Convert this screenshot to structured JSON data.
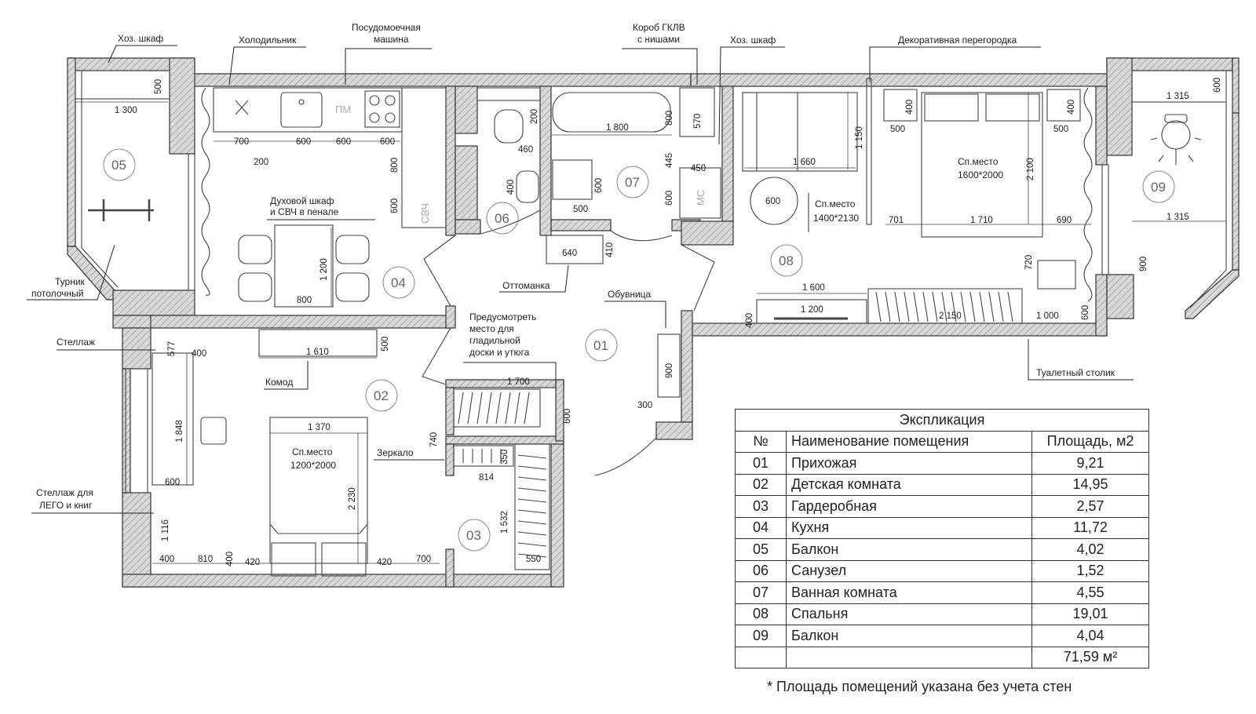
{
  "rooms": [
    "01",
    "02",
    "03",
    "04",
    "05",
    "06",
    "07",
    "08",
    "09"
  ],
  "labels": {
    "khoz1": "Хоз. шкаф",
    "fridge": "Холодильник",
    "dishwasher_1": "Посудомоечная",
    "dishwasher_2": "машина",
    "gklv_1": "Короб ГКЛВ",
    "gklv_2": "с нишами",
    "khoz2": "Хоз. шкаф",
    "partition": "Декоративная перегородка",
    "oven_1": "Духовой шкаф",
    "oven_2": "и СВЧ в пенале",
    "turnik_1": "Турник",
    "turnik_2": "потолочный",
    "ottoman": "Оттоманка",
    "shoe": "Обувница",
    "iron_1": "Предусмотреть",
    "iron_2": "место для",
    "iron_3": "гладильной",
    "iron_4": "доски и утюга",
    "stellazh": "Стеллаж",
    "komod": "Комод",
    "mirror": "Зеркало",
    "lego_1": "Стеллаж для",
    "lego_2": "ЛЕГО и книг",
    "toilet_table": "Туалетный столик",
    "bed1_1": "Сп.место",
    "bed1_2": "1200*2000",
    "bed2_1": "Сп.место",
    "bed2_2": "1400*2130",
    "bed3_1": "Сп.место",
    "bed3_2": "1600*2000",
    "pm": "ПМ",
    "svch": "СВЧ",
    "ms": "МС",
    "table600": "600"
  },
  "dims": {
    "d500a": "500",
    "d1300": "1 300",
    "d700": "700",
    "d200": "200",
    "d600a": "600",
    "d600b": "600",
    "d600c": "600",
    "d800a": "800",
    "d600d": "600",
    "d1200": "1 200",
    "d800b": "800",
    "d200b": "200",
    "d460": "460",
    "d400a": "400",
    "d600e": "600",
    "d500b": "500",
    "d1800": "1 800",
    "d800c": "800",
    "d570": "570",
    "d445": "445",
    "d450": "450",
    "d600f": "600",
    "d640": "640",
    "d410": "410",
    "d1150": "1 150",
    "d1660": "1 660",
    "d400b": "400",
    "d500c": "500",
    "d400c": "400",
    "d500d": "500",
    "d2100": "2 100",
    "d701": "701",
    "d1710": "1 710",
    "d690": "690",
    "d1315a": "1 315",
    "d600g": "600",
    "d1315b": "1 315",
    "d900a": "900",
    "d720": "720",
    "d1600": "1 600",
    "d1200b": "1 200",
    "d2150": "2 150",
    "d1000": "1 000",
    "d600h": "600",
    "d400d": "400",
    "d577": "577",
    "d400e": "400",
    "d1610": "1 610",
    "d500e": "500",
    "d1700": "1 700",
    "d900b": "900",
    "d300": "300",
    "d600i": "600",
    "d1848": "1 848",
    "d600j": "600",
    "d1370": "1 370",
    "d740": "740",
    "d350": "350",
    "d814": "814",
    "d2230": "2 230",
    "d1532": "1 532",
    "d1116": "1 116",
    "d400f": "400",
    "d810": "810",
    "d400g": "400",
    "d420a": "420",
    "d420b": "420",
    "d700b": "700",
    "d550": "550"
  },
  "explication": {
    "title": "Экспликация",
    "headers": [
      "№",
      "Наименование помещения",
      "Площадь, м2"
    ],
    "rows": [
      {
        "no": "01",
        "name": "Прихожая",
        "area": "9,21"
      },
      {
        "no": "02",
        "name": "Детская комната",
        "area": "14,95"
      },
      {
        "no": "03",
        "name": "Гардеробная",
        "area": "2,57"
      },
      {
        "no": "04",
        "name": "Кухня",
        "area": "11,72"
      },
      {
        "no": "05",
        "name": "Балкон",
        "area": "4,02"
      },
      {
        "no": "06",
        "name": "Санузел",
        "area": "1,52"
      },
      {
        "no": "07",
        "name": "Ванная комната",
        "area": "4,55"
      },
      {
        "no": "08",
        "name": "Спальня",
        "area": "19,01"
      },
      {
        "no": "09",
        "name": "Балкон",
        "area": "4,04"
      }
    ],
    "total": "71,59 м²"
  },
  "footnote": "* Площадь помещений указана без учета стен"
}
